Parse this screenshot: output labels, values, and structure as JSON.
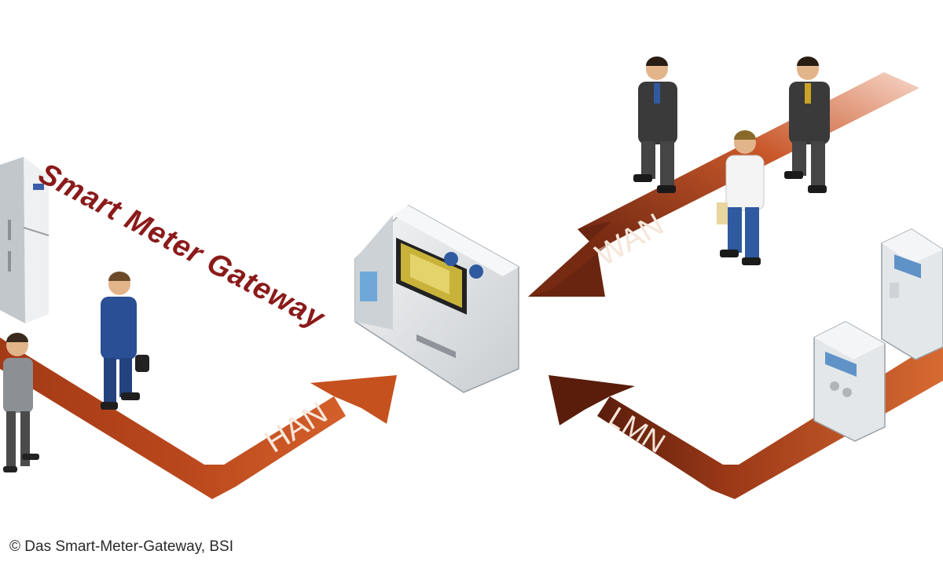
{
  "title": "Smart Meter Gateway",
  "labels": {
    "han": "HAN",
    "wan": "WAN",
    "lmn": "LMN"
  },
  "credit": "© Das Smart-Meter-Gateway, BSI",
  "colors": {
    "title": "#8b1a1a",
    "arrow_dark": "#5a1d0c",
    "arrow_mid": "#b4441a",
    "arrow_light": "#f0b8a0",
    "label_text": "#f6e6da",
    "device": "#e6e8ea",
    "suit": "#3a3a3a",
    "overalls": "#274a8c"
  },
  "icons": [
    "refrigerator-icon",
    "person-icon",
    "technician-icon",
    "gateway-device-icon",
    "smart-meter-icon",
    "businessman-icon",
    "clerk-icon"
  ]
}
